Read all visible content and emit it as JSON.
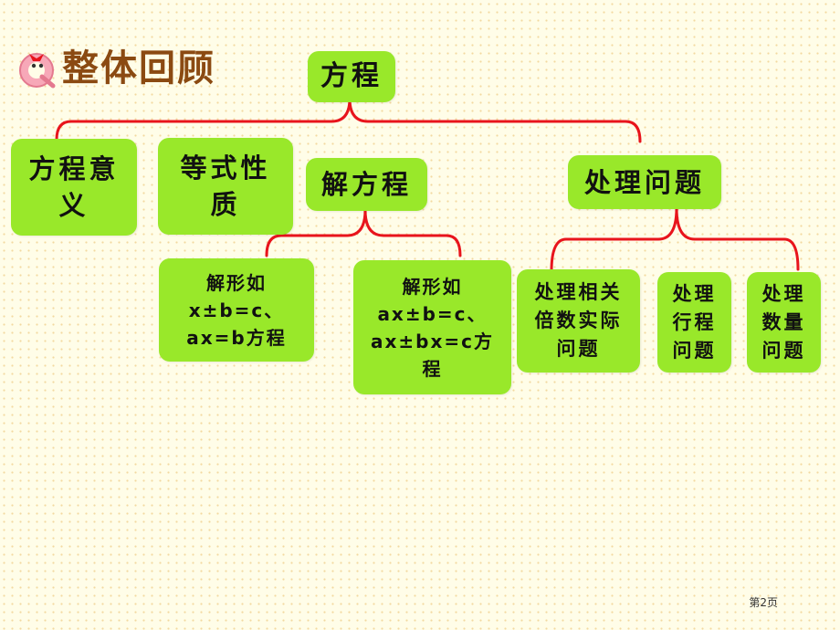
{
  "slide": {
    "title": "整体回顾",
    "page_number": "第2页"
  },
  "diagram": {
    "root": "方程",
    "meaning": "方程意\n义",
    "properties": "等式性\n质",
    "solve": "解方程",
    "solve_simple": "解形如\nx±b=c、\nax=b方程",
    "solve_complex": "解形如\nax±b=c、\nax±bx=c方\n程",
    "problems": "处理问题",
    "problem_multiple": "处理相关\n倍数实际\n问题",
    "problem_travel": "处理\n行程\n问题",
    "problem_quantity": "处理\n数量\n问题"
  },
  "colors": {
    "box_fill": "#99e82a",
    "connector": "#e8141c",
    "title": "#8b4a12"
  },
  "icons": {
    "logo": "q-character-logo-icon"
  }
}
